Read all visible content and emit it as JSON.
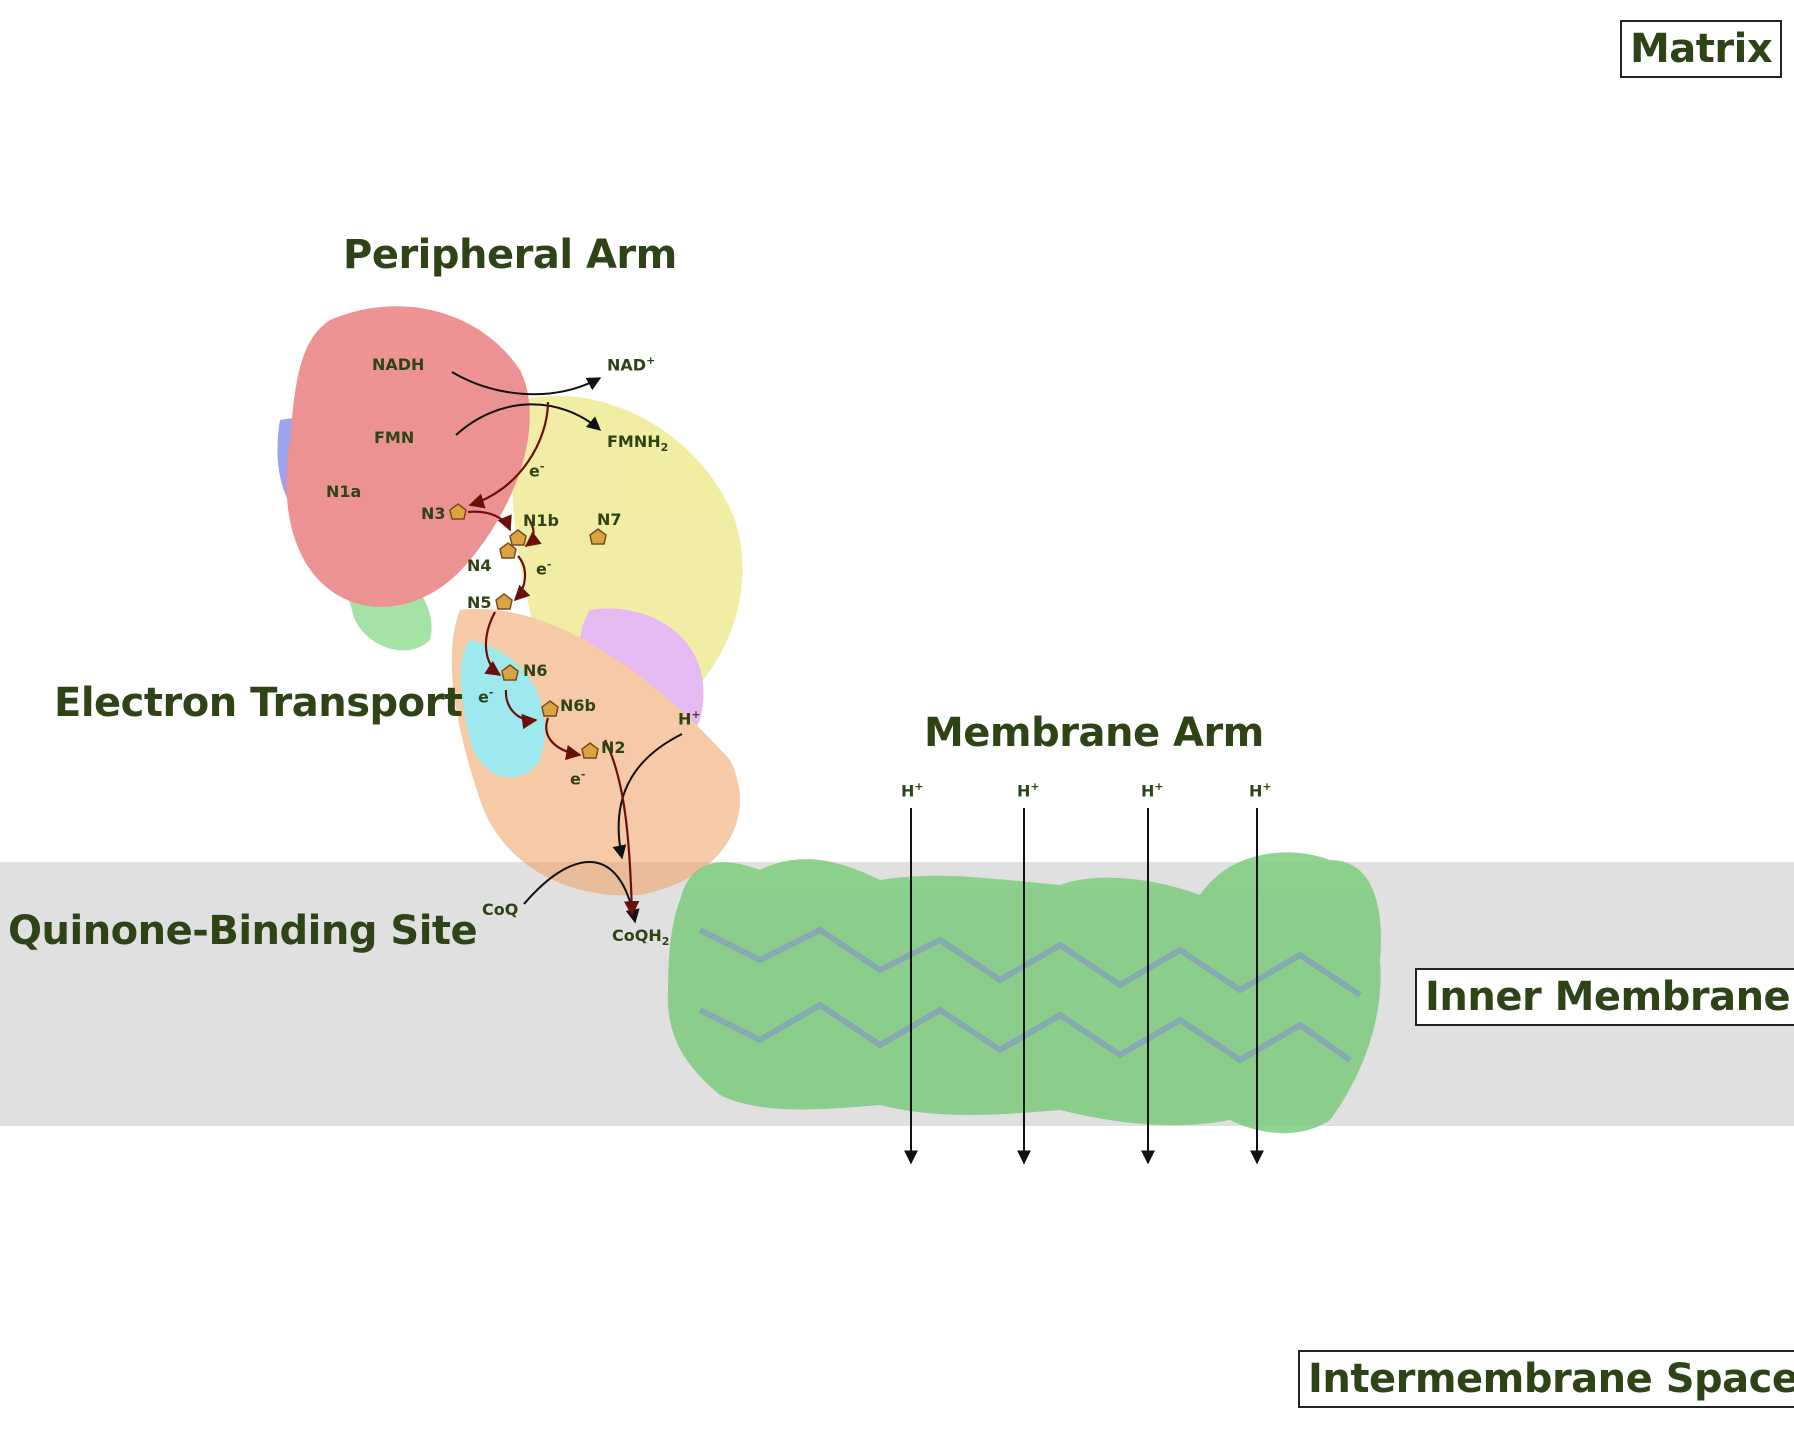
{
  "regions": {
    "matrix": "Matrix",
    "inner_membrane": "Inner Membrane",
    "intermembrane_space": "Intermembrane Space"
  },
  "sections": {
    "peripheral_arm": "Peripheral Arm",
    "electron_transport": "Electron Transport",
    "quinone_binding_site": "Quinone-Binding Site",
    "membrane_arm": "Membrane Arm"
  },
  "molecules": {
    "nadh": "NADH",
    "nad": "NAD",
    "nad_charge": "+",
    "fmn": "FMN",
    "fmnh": "FMNH",
    "fmnh_sub": "2",
    "coq": "CoQ",
    "coqh": "CoQH",
    "coqh_sub": "2"
  },
  "clusters": [
    "N1a",
    "N3",
    "N1b",
    "N7",
    "N4",
    "N5",
    "N6",
    "N6b",
    "N2"
  ],
  "electron": {
    "symbol": "e",
    "charge": "-"
  },
  "proton": {
    "symbol": "H",
    "charge": "+"
  },
  "proton_channel_count": 4,
  "colors": {
    "label_green": "#2f4416",
    "membrane_band": "#e0e0e0",
    "electron_arrow": "#6b0f0a",
    "subunit_red": "#e03a3a",
    "subunit_blue": "#4a5ae0",
    "subunit_yellow": "#e6e05a",
    "subunit_orange": "#f2a060",
    "subunit_green": "#5ccc5c",
    "subunit_violet": "#d080e6",
    "subunit_cyan": "#50d8e0",
    "membrane_surface": "#7dcc7d"
  }
}
